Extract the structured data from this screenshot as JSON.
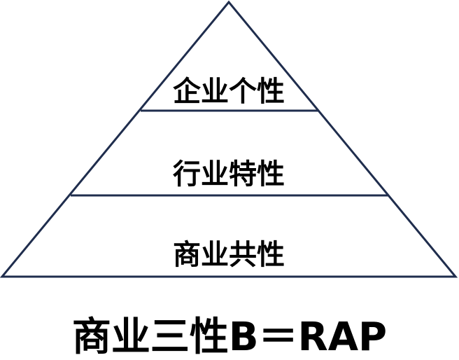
{
  "pyramid": {
    "tiers": [
      {
        "label": "企业个性"
      },
      {
        "label": "行业特性"
      },
      {
        "label": "商业共性"
      }
    ]
  },
  "caption": "商业三性B＝RAP",
  "colors": {
    "outline": "#1f2d4d",
    "text": "#000000",
    "background": "#ffffff"
  }
}
